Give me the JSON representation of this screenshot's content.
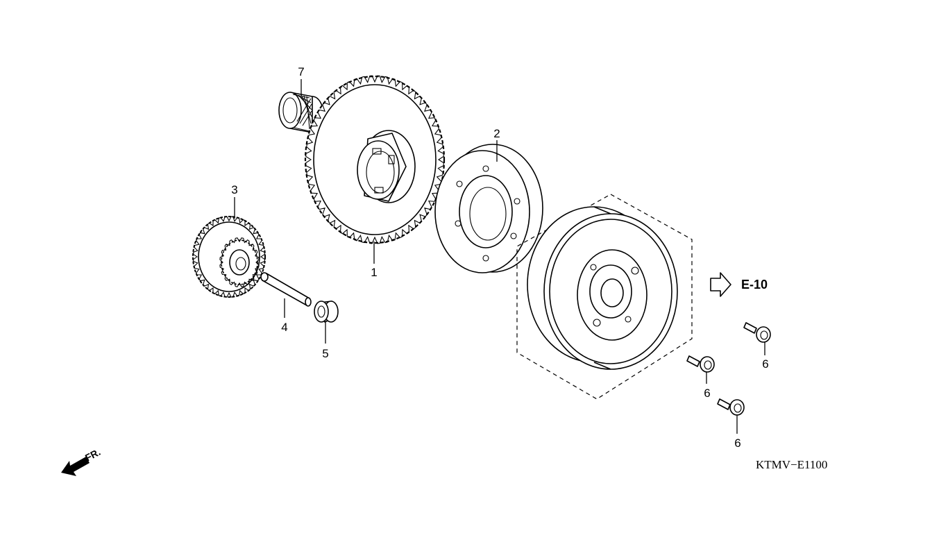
{
  "callouts": {
    "c1": "1",
    "c2": "2",
    "c3": "3",
    "c4": "4",
    "c5": "5",
    "c6a": "6",
    "c6b": "6",
    "c6c": "6",
    "c7": "7"
  },
  "reference": {
    "label": "E-10"
  },
  "front_indicator": {
    "label": "FR."
  },
  "diagram_code": "KTMV−E1100"
}
